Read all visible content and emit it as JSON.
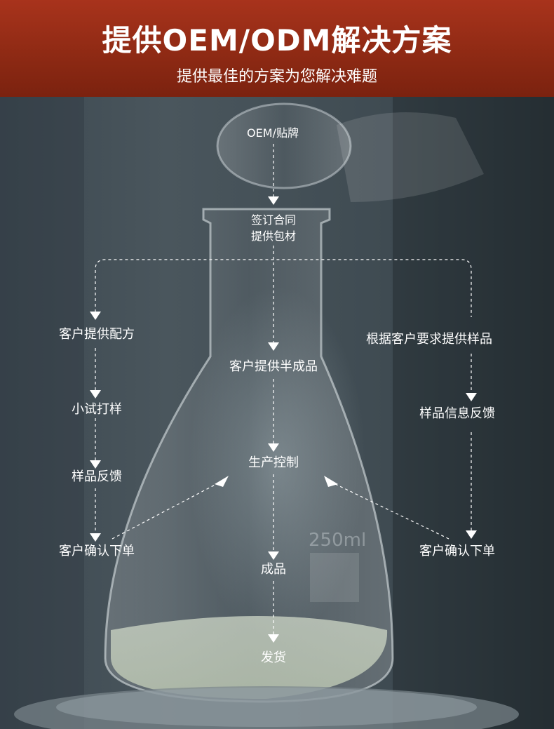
{
  "header": {
    "title": "提供OEM/ODM解决方案",
    "subtitle": "提供最佳的方案为您解决难题"
  },
  "flow": {
    "oem": "OEM/贴牌",
    "contract_line1": "签订合同",
    "contract_line2": "提供包材",
    "left": {
      "step1": "客户提供配方",
      "step2": "小试打样",
      "step3": "样品反馈",
      "step4": "客户确认下单"
    },
    "center": {
      "step1": "客户提供半成品",
      "step2": "生产控制",
      "step3": "成品",
      "step4": "发货"
    },
    "right": {
      "step1": "根据客户要求提供样品",
      "step2": "样品信息反馈",
      "step3": "客户确认下单"
    }
  },
  "colors": {
    "header_red": "#8f2a14",
    "text": "#ffffff",
    "line": "#ffffff"
  }
}
